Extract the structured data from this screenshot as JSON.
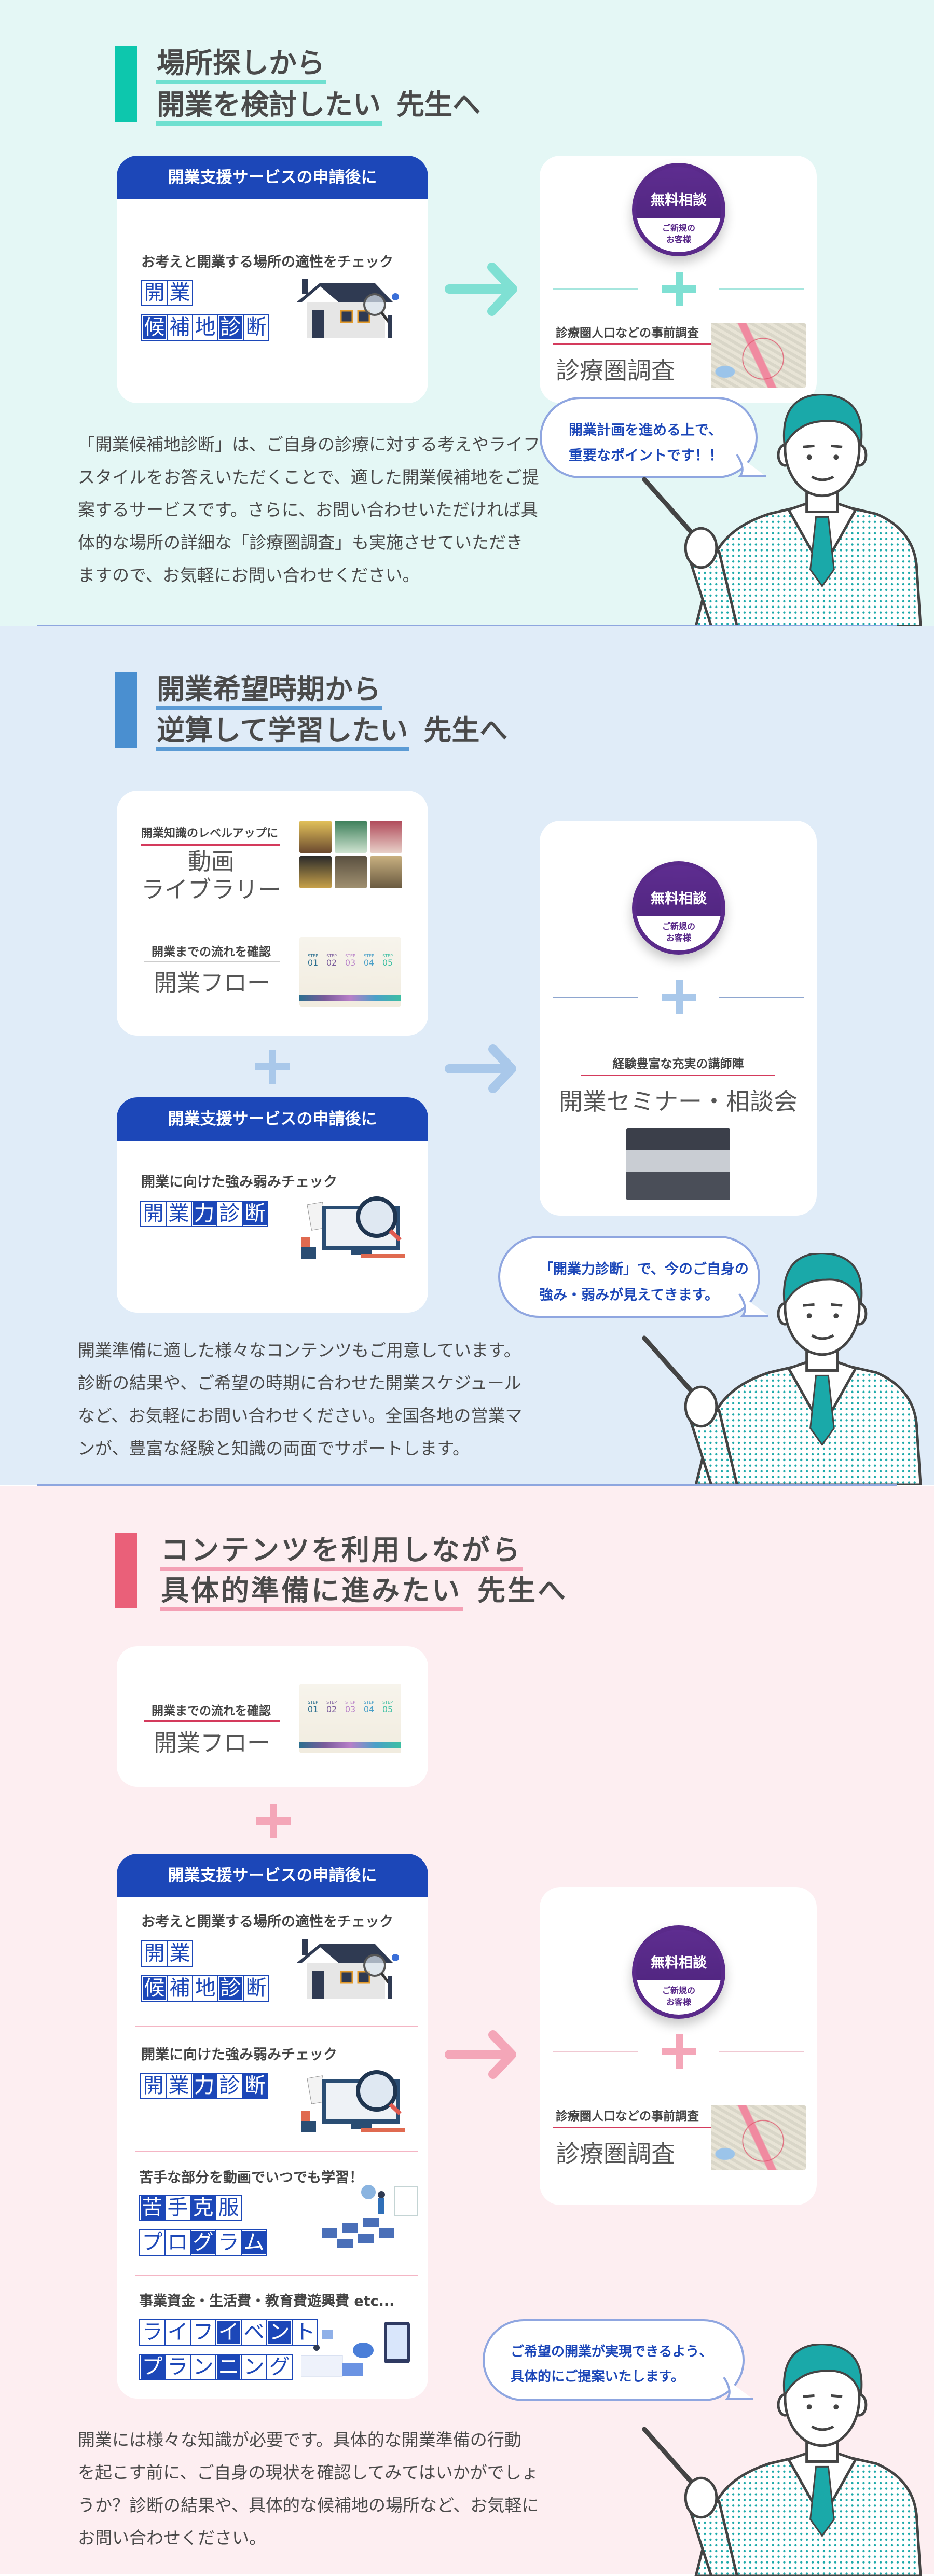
{
  "colors": {
    "brand_blue": "#1c47b8",
    "section1_bg": "#e4f7f5",
    "section1_accent": "#0dc7ad",
    "section1_underline": "#6fe0d0",
    "section2_bg": "#e0ecf8",
    "section2_accent": "#4a8fd0",
    "section2_underline": "#5b9bd5",
    "section3_bg": "#fdeef1",
    "section3_accent": "#ea6079",
    "section3_underline": "#f4a0b5",
    "consult_purple": "#5a2a8a"
  },
  "common": {
    "consult_badge": {
      "main": "無料相談",
      "sub_line1": "ご新規の",
      "sub_line2": "お客様"
    },
    "apply_header": "開業支援サービスの申請後に",
    "area_survey": {
      "subtitle": "診療圏人口などの事前調査",
      "title": "診療圏調査"
    },
    "location_check": {
      "subtitle": "お考えと開業する場所の適性をチェック",
      "badge": [
        {
          "text": "開業",
          "mask": "00"
        },
        {
          "text": "候補地診断",
          "mask": "10010"
        }
      ]
    },
    "strength_check": {
      "subtitle": "開業に向けた強み弱みチェック",
      "badge": [
        {
          "text": "開業力診断",
          "mask": "00101"
        }
      ]
    },
    "flow": {
      "subtitle": "開業までの流れを確認",
      "title": "開業フロー",
      "steps": [
        {
          "label": "STEP",
          "num": "01"
        },
        {
          "label": "STEP",
          "num": "02"
        },
        {
          "label": "STEP",
          "num": "03"
        },
        {
          "label": "STEP",
          "num": "04"
        },
        {
          "label": "STEP",
          "num": "05"
        }
      ]
    }
  },
  "section1": {
    "title_line1": "場所探しから",
    "title_line2": "開業を検討したい",
    "title_suffix": "先生へ",
    "bubble": [
      "開業計画を進める上で、",
      "重要なポイントです！！"
    ],
    "paragraph": [
      "「開業候補地診断」は、ご自身の診療に対する考えやライフ",
      "スタイルをお答えいただくことで、適した開業候補地をご提",
      "案するサービスです。さらに、お問い合わせいただければ具",
      "体的な場所の詳細な「診療圏調査」も実施させていただき",
      "ますので、お気軽にお問い合わせください。"
    ]
  },
  "section2": {
    "title_line1": "開業希望時期から",
    "title_line2": "逆算して学習したい",
    "title_suffix": "先生へ",
    "video": {
      "subtitle": "開業知識のレベルアップに",
      "title_line1": "動画",
      "title_line2": "ライブラリー"
    },
    "seminar": {
      "subtitle": "経験豊富な充実の講師陣",
      "title": "開業セミナー・相談会"
    },
    "bubble": [
      "「開業力診断」で、今のご自身の",
      "強み・弱みが見えてきます。"
    ],
    "paragraph": [
      "開業準備に適した様々なコンテンツもご用意しています。",
      "診断の結果や、ご希望の時期に合わせた開業スケジュール",
      "など、お気軽にお問い合わせください。全国各地の営業マ",
      "ンが、豊富な経験と知識の両面でサポートします。"
    ]
  },
  "section3": {
    "title_line1": "コンテンツを利用しながら",
    "title_line2": "具体的準備に進みたい",
    "title_suffix": "先生へ",
    "weakness": {
      "subtitle": "苦手な部分を動画でいつでも学習！",
      "badge": [
        {
          "text": "苦手克服",
          "mask": "1010"
        },
        {
          "text": "プログラム",
          "mask": "00101"
        }
      ]
    },
    "life": {
      "subtitle": "事業資金・生活費・教育費遊興費 etc...",
      "badge": [
        {
          "text": "ライフイベント",
          "mask": "0001010"
        },
        {
          "text": "プランニング",
          "mask": "100100"
        }
      ]
    },
    "bubble": [
      "ご希望の開業が実現できるよう、",
      "具体的にご提案いたします。"
    ],
    "paragraph": [
      "開業には様々な知識が必要です。具体的な開業準備の行動",
      "を起こす前に、ご自身の現状を確認してみてはいかがでしょ",
      "うか？診断の結果や、具体的な候補地の場所など、お気軽に",
      "お問い合わせください。"
    ]
  }
}
